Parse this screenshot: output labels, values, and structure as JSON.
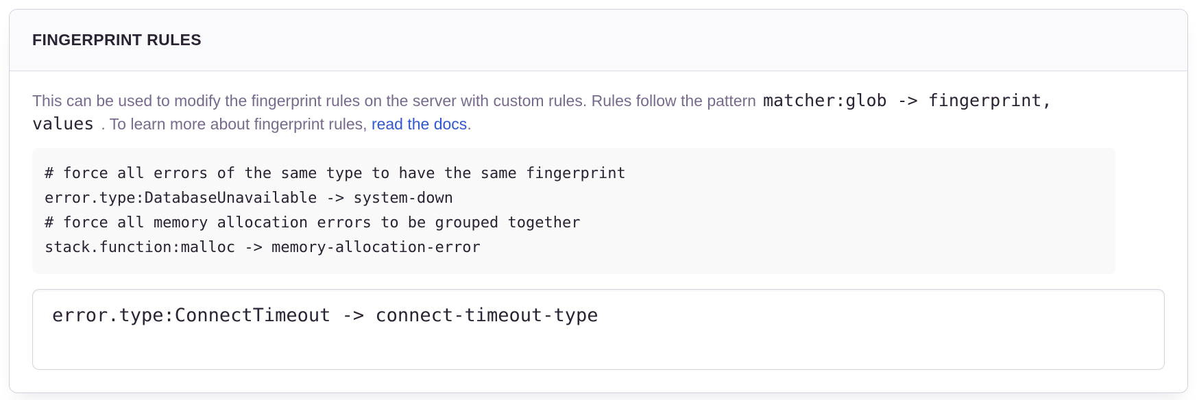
{
  "panel": {
    "title": "FINGERPRINT RULES",
    "description": {
      "text_before_code": "This can be used to modify the fingerprint rules on the server with custom rules. Rules follow the pattern",
      "code_line1": "matcher:glob -> fingerprint,",
      "code_line2": "values",
      "text_after_code": ". To learn more about fingerprint rules, ",
      "link_label": "read the docs",
      "text_end": "."
    },
    "example_code": "# force all errors of the same type to have the same fingerprint\nerror.type:DatabaseUnavailable -> system-down\n# force all memory allocation errors to be grouped together\nstack.function:malloc -> memory-allocation-error",
    "input": {
      "value": "error.type:ConnectTimeout -> connect-timeout-type"
    },
    "colors": {
      "link_blue": "#3059cf",
      "title_text": "#2b2233",
      "description_text": "#786a8c",
      "code_text": "#2b2233",
      "example_background": "#f9f9fa",
      "panel_border": "#d5d0de",
      "header_background": "#faf9fb"
    }
  }
}
